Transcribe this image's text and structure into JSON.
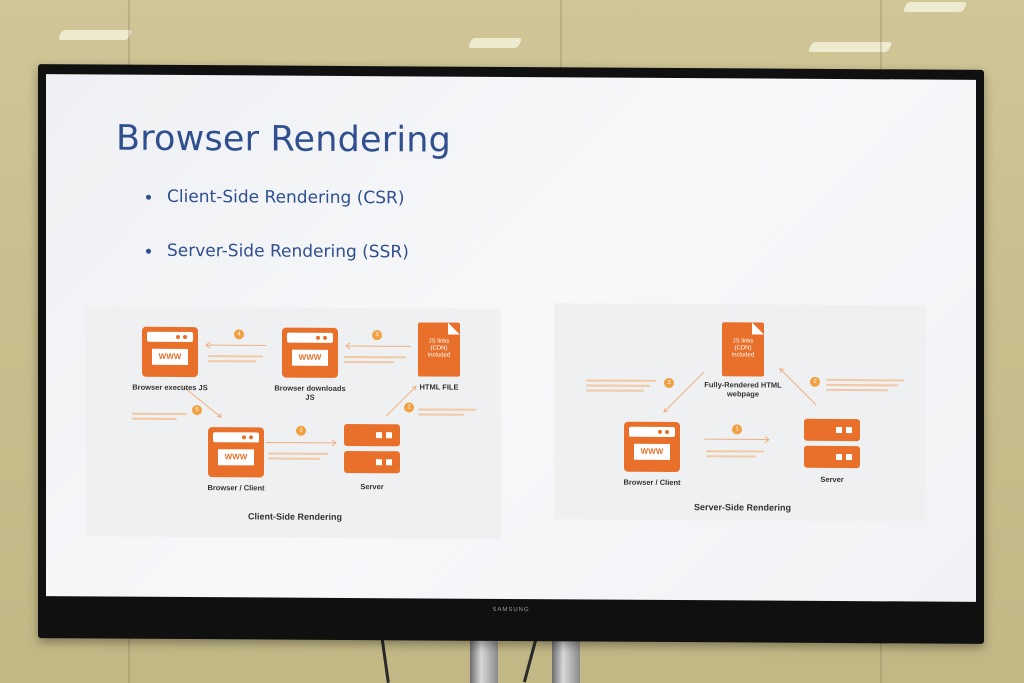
{
  "slide": {
    "title": "Browser Rendering",
    "bullets": [
      "Client-Side Rendering (CSR)",
      "Server-Side Rendering (SSR)"
    ]
  },
  "tv": {
    "brand": "SAMSUNG"
  },
  "csr": {
    "caption": "Client-Side Rendering",
    "browser_executes": "Browser executes JS",
    "browser_downloads": "Browser downloads JS",
    "html_file": "HTML FILE",
    "file_text": "JS links (CDN) included",
    "browser_client": "Browser / Client",
    "server": "Server",
    "steps": [
      "1",
      "2",
      "3",
      "4",
      "5"
    ]
  },
  "ssr": {
    "caption": "Server-Side Rendering",
    "webpage": "Fully-Rendered HTML webpage",
    "file_text": "JS links (CDN) included",
    "browser_client": "Browser / Client",
    "server": "Server",
    "steps": [
      "1",
      "2",
      "3"
    ]
  },
  "icons": {
    "browser": "browser-window-icon",
    "server": "server-rack-icon",
    "file": "document-file-icon"
  },
  "colors": {
    "accent": "#e8702a",
    "title": "#2f4f8f",
    "step": "#f0a040"
  }
}
